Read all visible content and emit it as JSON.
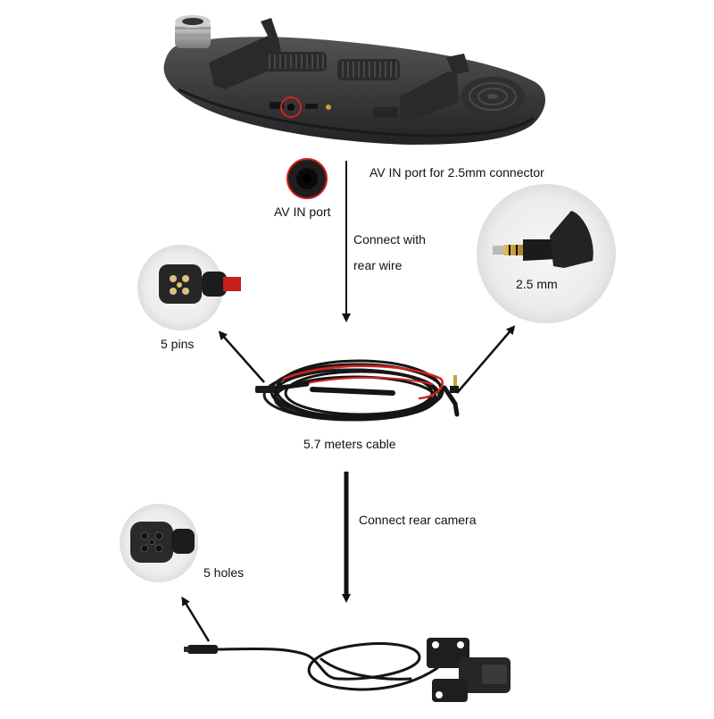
{
  "labels": {
    "av_in_port_description": "AV IN port for 2.5mm connector",
    "av_in_port": "AV IN port",
    "connect_rear_wire": "Connect with\nrear wire",
    "connector_size": "2.5 mm",
    "five_pins": "5 pins",
    "cable_length": "5.7 meters cable",
    "connect_rear_camera": "Connect rear camera",
    "five_holes": "5 holes"
  },
  "colors": {
    "background": "#ffffff",
    "device_body": "#3a3a3c",
    "cable": "#1a1a1a",
    "cable_red": "#d62020",
    "highlight_ring": "#d62020",
    "gold_plug": "#c9a23a",
    "arrow": "#111111",
    "callout_circle": "#eeeeee"
  }
}
